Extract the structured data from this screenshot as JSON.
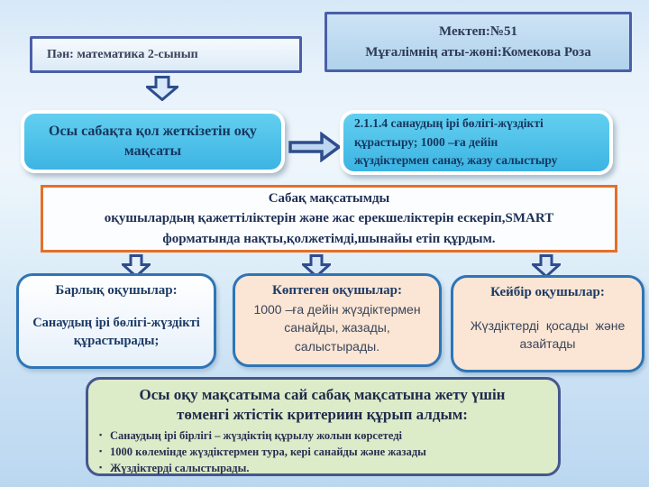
{
  "slide": {
    "subject": "Пән: математика 2-сынып",
    "school": "Мектеп:№51\nМұғалімнің аты-жөні:Комекова Роза",
    "goal_label": "Осы сабақта қол жеткізетін оқу мақсаты",
    "objective": "2.1.1.4 санаудың ірі бөлігі-жүздікті\nқұрастыру; 1000 –ға дейін\nжүздіктермен санау, жазу салыстыру",
    "smart_statement": "Сабақ мақсатымды\nоқушылардың қажеттіліктерін және жас ерекшеліктерін ескеріп,SMART\nформатында нақты,қолжетімді,шынайы етіп құрдым.",
    "differentiation": [
      {
        "title": "Барлық оқушылар:",
        "body": "Санаудың ірі бөлігі-жүздікті  құрастырады;"
      },
      {
        "title": "Көптеген оқушылар:",
        "body": "1000 –ға дейін жүздіктермен санайды, жазады, салыстырады."
      },
      {
        "title": "Кейбір оқушылар:",
        "body": "Жүздіктерді  қосады  және азайтады"
      }
    ],
    "criteria": {
      "title": "Осы оқу мақсатыма сай сабақ мақсатына жету үшін\nтөменгі жтістік критериин құрып алдым:",
      "bullets": [
        "Санаудың ірі бірлігі – жүздіктің құрылу жолын көрсетеді",
        "1000 көлемінде жүздіктермен тура, кері санайды және жазады",
        "Жүздіктерді салыстырады."
      ]
    },
    "colors": {
      "background_blue": "#cfe4f6",
      "cyan_box_fill": "#45bfe8",
      "blue_box_border": "#2e75b6",
      "top_box_border": "#4a5fa8",
      "orange_border": "#e56f26",
      "peach_fill": "#fbe5d4",
      "green_fill": "#dcebc8",
      "navy_text": "#1f3864",
      "arrow_outline": "#2e4d8e",
      "arrow_fill": "#d7e9f8"
    }
  }
}
